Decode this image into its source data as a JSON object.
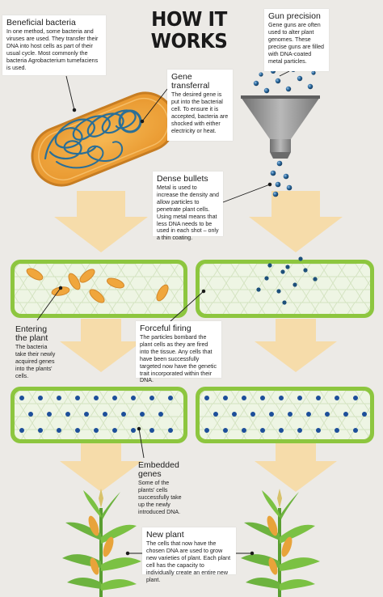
{
  "title_lines": [
    "HOW IT",
    "WORKS"
  ],
  "boxes": {
    "beneficial": {
      "title": "Beneficial bacteria",
      "body": "In one method, some bacteria and viruses are used. They transfer their DNA into host cells as part of their usual cycle. Most commonly the bacteria Agrobacterium tumefaciens is used."
    },
    "gun": {
      "title": "Gun precision",
      "body": "Gene guns are often used to alter plant genomes. These precise guns are filled with DNA-coated metal particles."
    },
    "gene_transferral": {
      "title": "Gene transferral",
      "body": "The desired gene is put into the bacterial cell. To ensure it is accepted, bacteria are shocked with either electricity or heat."
    },
    "dense_bullets": {
      "title": "Dense bullets",
      "body": "Metal is used to increase the density and allow particles to penetrate plant cells. Using metal means that less DNA needs to be used in each shot – only a thin coating."
    },
    "entering": {
      "title": "Entering the plant",
      "body": "The bacteria take their newly acquired genes into the plants' cells."
    },
    "forceful": {
      "title": "Forceful firing",
      "body": "The particles bombard the plant cells as they are fired into the tissue. Any cells that have been successfully targeted now have the genetic trait incorporated within their DNA."
    },
    "embedded": {
      "title": "Embedded genes",
      "body": "Some of the plants' cells successfully take up the newly introduced DNA."
    },
    "new_plant": {
      "title": "New plant",
      "body": "The cells that now have the chosen DNA are used to grow new varieties of plant. Each plant cell has the capacity to individually create an entire new plant."
    }
  },
  "colors": {
    "background": "#eceae6",
    "arrow": "#f6dcaa",
    "bacterium_fill": "#f0a63c",
    "bacterium_outline": "#d2872a",
    "dna": "#2a6f97",
    "cell_border": "#8dc63f",
    "tissue_fill": "#eef5e4",
    "particle": "#1d4f7a",
    "funnel": "#8d8d8d",
    "plant_green": "#6db33f",
    "corn": "#e8a33a"
  }
}
